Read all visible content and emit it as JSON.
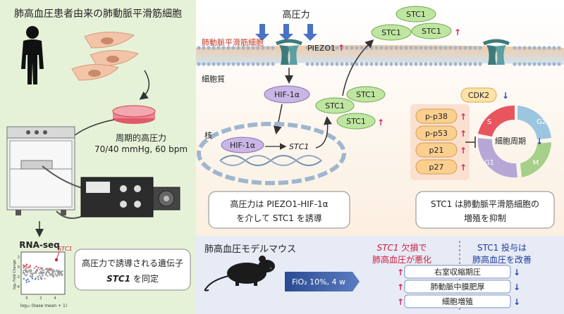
{
  "left_panel": {
    "title": "肺高血圧患者由来の肺動脈平滑筋細胞",
    "cycle_label": "周期的高圧力",
    "cycle_params": "70/40 mmHg, 60 bpm",
    "rnaseq_label": "RNA-seq",
    "volcano_gene": "STC1",
    "volcano_ylabel": "log₂ Fold Change",
    "volcano_xlabel": "log₁₀ (base mean + 1)",
    "volcano_xticks": [
      "0",
      "2",
      "4"
    ],
    "volcano_yticks": [
      "2",
      "0",
      "-2",
      "-4"
    ],
    "summary_line1": "高圧力で誘導される遺伝子",
    "summary_line2_gene": "STC1",
    "summary_line2_rest": " を同定"
  },
  "mechanism": {
    "pressure_label": "高圧力",
    "membrane_label": "肺動脈平滑筋細胞",
    "piezo_label": "PIEZO1",
    "cytoplasm_label": "細胞質",
    "nucleus_label": "核",
    "hif_label": "HIF-1α",
    "stc1_gene": "STC1",
    "stc1_protein": "STC1",
    "cdk2_label": "CDK2",
    "cycle_title": "細胞周期",
    "phases": [
      "S",
      "G2",
      "M",
      "G1"
    ],
    "proteins": [
      "p-p38",
      "p-p53",
      "p21",
      "p27"
    ],
    "caption_left_line1": "高圧力は PIEZO1-HIF-1α",
    "caption_left_line2": "を介して STC1 を誘導",
    "caption_right_line1": "STC1 は肺動脈平滑筋細胞の",
    "caption_right_line2": "増殖を抑制"
  },
  "mouse_panel": {
    "title": "肺高血圧モデルマウス",
    "condition": "FiO₂ 10%, 4 w",
    "ko_gene": "STC1",
    "ko_line1_rest": " 欠損で",
    "ko_line2": "肺高血圧が悪化",
    "admin_line1": "STC1 投与は",
    "admin_line2": "肺高血圧を改善",
    "outcomes": [
      "右室収縮期圧",
      "肺動脈中膜肥厚",
      "細胞増殖"
    ]
  },
  "colors": {
    "left_bg": "#e6f2d8",
    "right_bg": "#fdf4e8",
    "bottom_bg": "#e6ebf6",
    "up_arrow": "#d6285a",
    "down_arrow": "#2a46b0",
    "stc1_fill": "#bfe6a0",
    "hif_fill": "#c9b6e4",
    "cdk2_fill": "#fde2a8",
    "protein_fill": "#fbd08f",
    "red_text": "#d01a3a",
    "blue_text": "#1d3a9c"
  }
}
